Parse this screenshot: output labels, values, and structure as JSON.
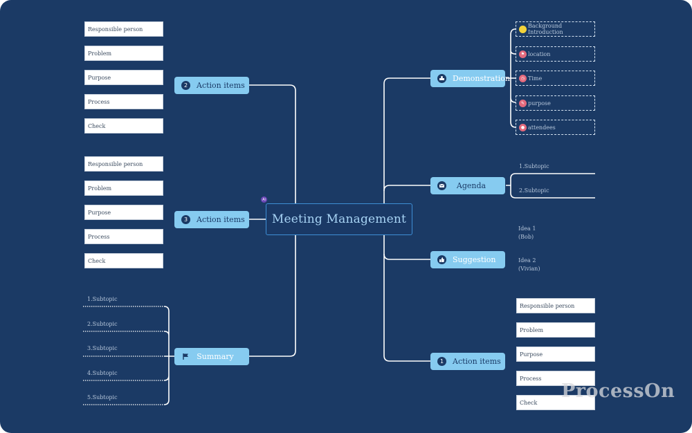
{
  "central": {
    "title": "Meeting Management",
    "badge": "Ai"
  },
  "left": {
    "action2": {
      "number": "2",
      "label": "Action items",
      "items": [
        "Responsible person",
        "Problem",
        "Purpose",
        "Process",
        "Check"
      ]
    },
    "action3": {
      "number": "3",
      "label": "Action items",
      "items": [
        "Responsible person",
        "Problem",
        "Purpose",
        "Process",
        "Check"
      ]
    },
    "summary": {
      "icon": "flag-icon",
      "label": "Summary",
      "subtopics": [
        "1.Subtopic",
        "2.Subtopic",
        "3.Subtopic",
        "4.Subtopic",
        "5.Subtopic"
      ]
    }
  },
  "right": {
    "demonstration": {
      "icon": "presenter-icon",
      "label": "Demonstration",
      "items": [
        {
          "text": "Background Introduction",
          "icon": "lightbulb-icon",
          "color": "#f2d33b"
        },
        {
          "text": "location",
          "icon": "flag-icon",
          "color": "#e36a7d"
        },
        {
          "text": "Time",
          "icon": "clock-icon",
          "color": "#e36a7d"
        },
        {
          "text": "purpose",
          "icon": "pencil-icon",
          "color": "#e36a7d"
        },
        {
          "text": "attendees",
          "icon": "person-icon",
          "color": "#e36a7d"
        }
      ]
    },
    "agenda": {
      "icon": "envelope-icon",
      "label": "Agenda",
      "subtopics": [
        "1.Subtopic",
        "2.Subtopic"
      ]
    },
    "suggestion": {
      "icon": "thumbs-up-icon",
      "label": "Suggestion",
      "ideas": [
        {
          "title": "Idea 1",
          "author": "(Bob)"
        },
        {
          "title": "Idea 2",
          "author": "(Vivian)"
        }
      ]
    },
    "action1": {
      "number": "1",
      "label": "Action items",
      "items": [
        "Responsible person",
        "Problem",
        "Purpose",
        "Process",
        "Check"
      ]
    }
  },
  "watermark": "ProcessOn",
  "colors": {
    "background": "#1b3a65",
    "branch_fill": "#86cbf0",
    "central_border": "#3e8fd6",
    "connector": "#ffffff"
  }
}
